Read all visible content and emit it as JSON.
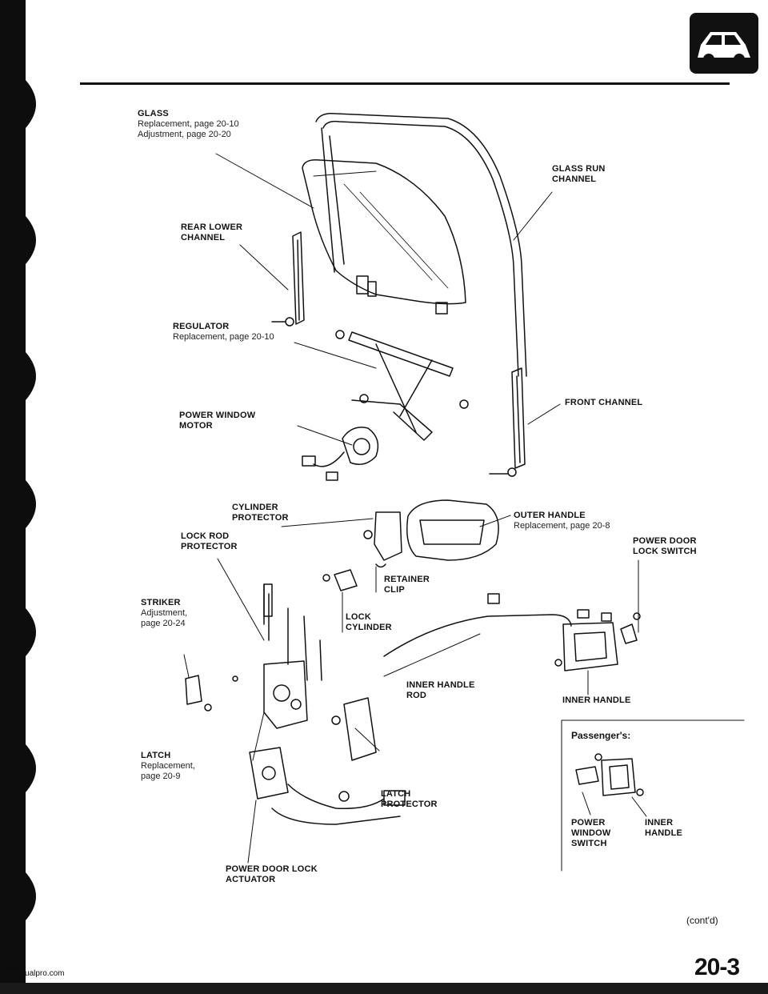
{
  "labels": {
    "glass": "GLASS",
    "glass_sub1": "Replacement, page 20-10",
    "glass_sub2": "Adjustment, page 20-20",
    "glass_run_channel_1": "GLASS RUN",
    "glass_run_channel_2": "CHANNEL",
    "rear_lower_channel_1": "REAR LOWER",
    "rear_lower_channel_2": "CHANNEL",
    "regulator": "REGULATOR",
    "regulator_sub": "Replacement, page 20-10",
    "front_channel": "FRONT CHANNEL",
    "power_window_motor_1": "POWER WINDOW",
    "power_window_motor_2": "MOTOR",
    "cylinder_protector_1": "CYLINDER",
    "cylinder_protector_2": "PROTECTOR",
    "outer_handle": "OUTER HANDLE",
    "outer_handle_sub": "Replacement, page 20-8",
    "lock_rod_protector_1": "LOCK ROD",
    "lock_rod_protector_2": "PROTECTOR",
    "power_door_lock_switch_1": "POWER DOOR",
    "power_door_lock_switch_2": "LOCK SWITCH",
    "retainer_clip_1": "RETAINER",
    "retainer_clip_2": "CLIP",
    "striker": "STRIKER",
    "striker_sub1": "Adjustment,",
    "striker_sub2": "page 20-24",
    "lock_cylinder_1": "LOCK",
    "lock_cylinder_2": "CYLINDER",
    "inner_handle_rod_1": "INNER HANDLE",
    "inner_handle_rod_2": "ROD",
    "inner_handle": "INNER HANDLE",
    "latch": "LATCH",
    "latch_sub1": "Replacement,",
    "latch_sub2": "page 20-9",
    "latch_protector_1": "LATCH",
    "latch_protector_2": "PROTECTOR",
    "power_door_lock_actuator_1": "POWER DOOR LOCK",
    "power_door_lock_actuator_2": "ACTUATOR"
  },
  "passenger": {
    "title": "Passenger's:",
    "power_window_switch_1": "POWER",
    "power_window_switch_2": "WINDOW",
    "power_window_switch_3": "SWITCH",
    "inner_handle_1": "INNER",
    "inner_handle_2": "HANDLE"
  },
  "footer": {
    "contd": "(cont'd)",
    "page_number": "20-3",
    "url": "emanualpro.com"
  },
  "icons": {
    "section_icon": "car-body-icon"
  },
  "colors": {
    "ink": "#111111",
    "binding": "#0d0d0d"
  }
}
